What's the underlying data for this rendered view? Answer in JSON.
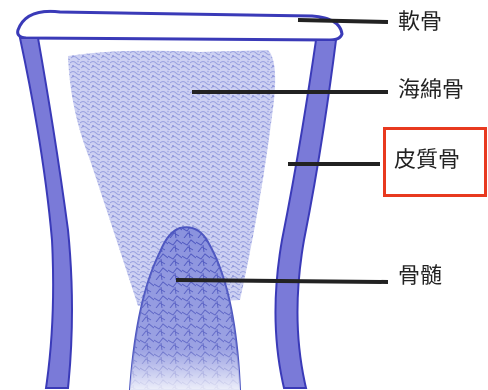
{
  "labels": {
    "cartilage": "軟骨",
    "spongy_bone": "海綿骨",
    "cortical_bone": "皮質骨",
    "bone_marrow": "骨髄"
  },
  "highlighted_label": "cortical_bone",
  "colors": {
    "bone_outline": "#3a3ab8",
    "cortical_fill": "#7a7ad8",
    "spongy_fill": "#c9cdf0",
    "marrow_fill": "#6f78d4",
    "leader_line": "#222222",
    "highlight_border": "#e8391f"
  }
}
